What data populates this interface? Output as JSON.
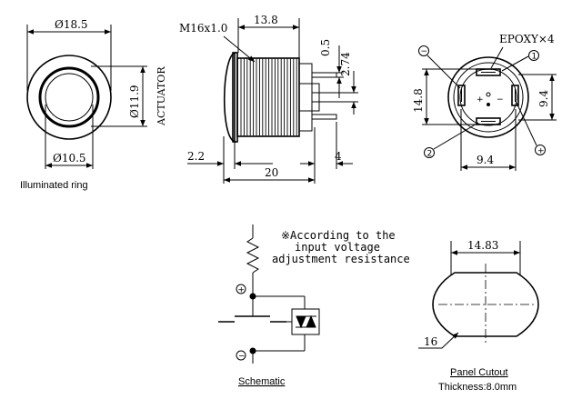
{
  "front_view": {
    "dim_outer": "Ø18.5",
    "dim_inner": "Ø10.5",
    "dim_vertical": "Ø11.9",
    "label_actuator": "ACTUATOR",
    "caption": "Illuminated ring"
  },
  "side_view": {
    "thread": "M16x1.0",
    "dim_body": "13.8",
    "dim_terminal": "0.5",
    "dim_gap": "2.74",
    "dim_head": "2.2",
    "dim_total": "20",
    "dim_pin": "4"
  },
  "rear_view": {
    "epoxy": "EPOXY×4",
    "dim_height": "14.8",
    "dim_width": "9.4",
    "dim_right": "9.4",
    "marks": [
      "1",
      "2",
      "+",
      "−"
    ]
  },
  "schematic": {
    "note": [
      "※According to the",
      "input voltage",
      "adjustment resistance"
    ],
    "caption": "Schematic",
    "plus": "+",
    "minus": "−"
  },
  "panel_cutout": {
    "dim_width": "14.83",
    "dim_dia": "16",
    "caption": "Panel Cutout",
    "thickness": "Thickness:8.0mm"
  }
}
